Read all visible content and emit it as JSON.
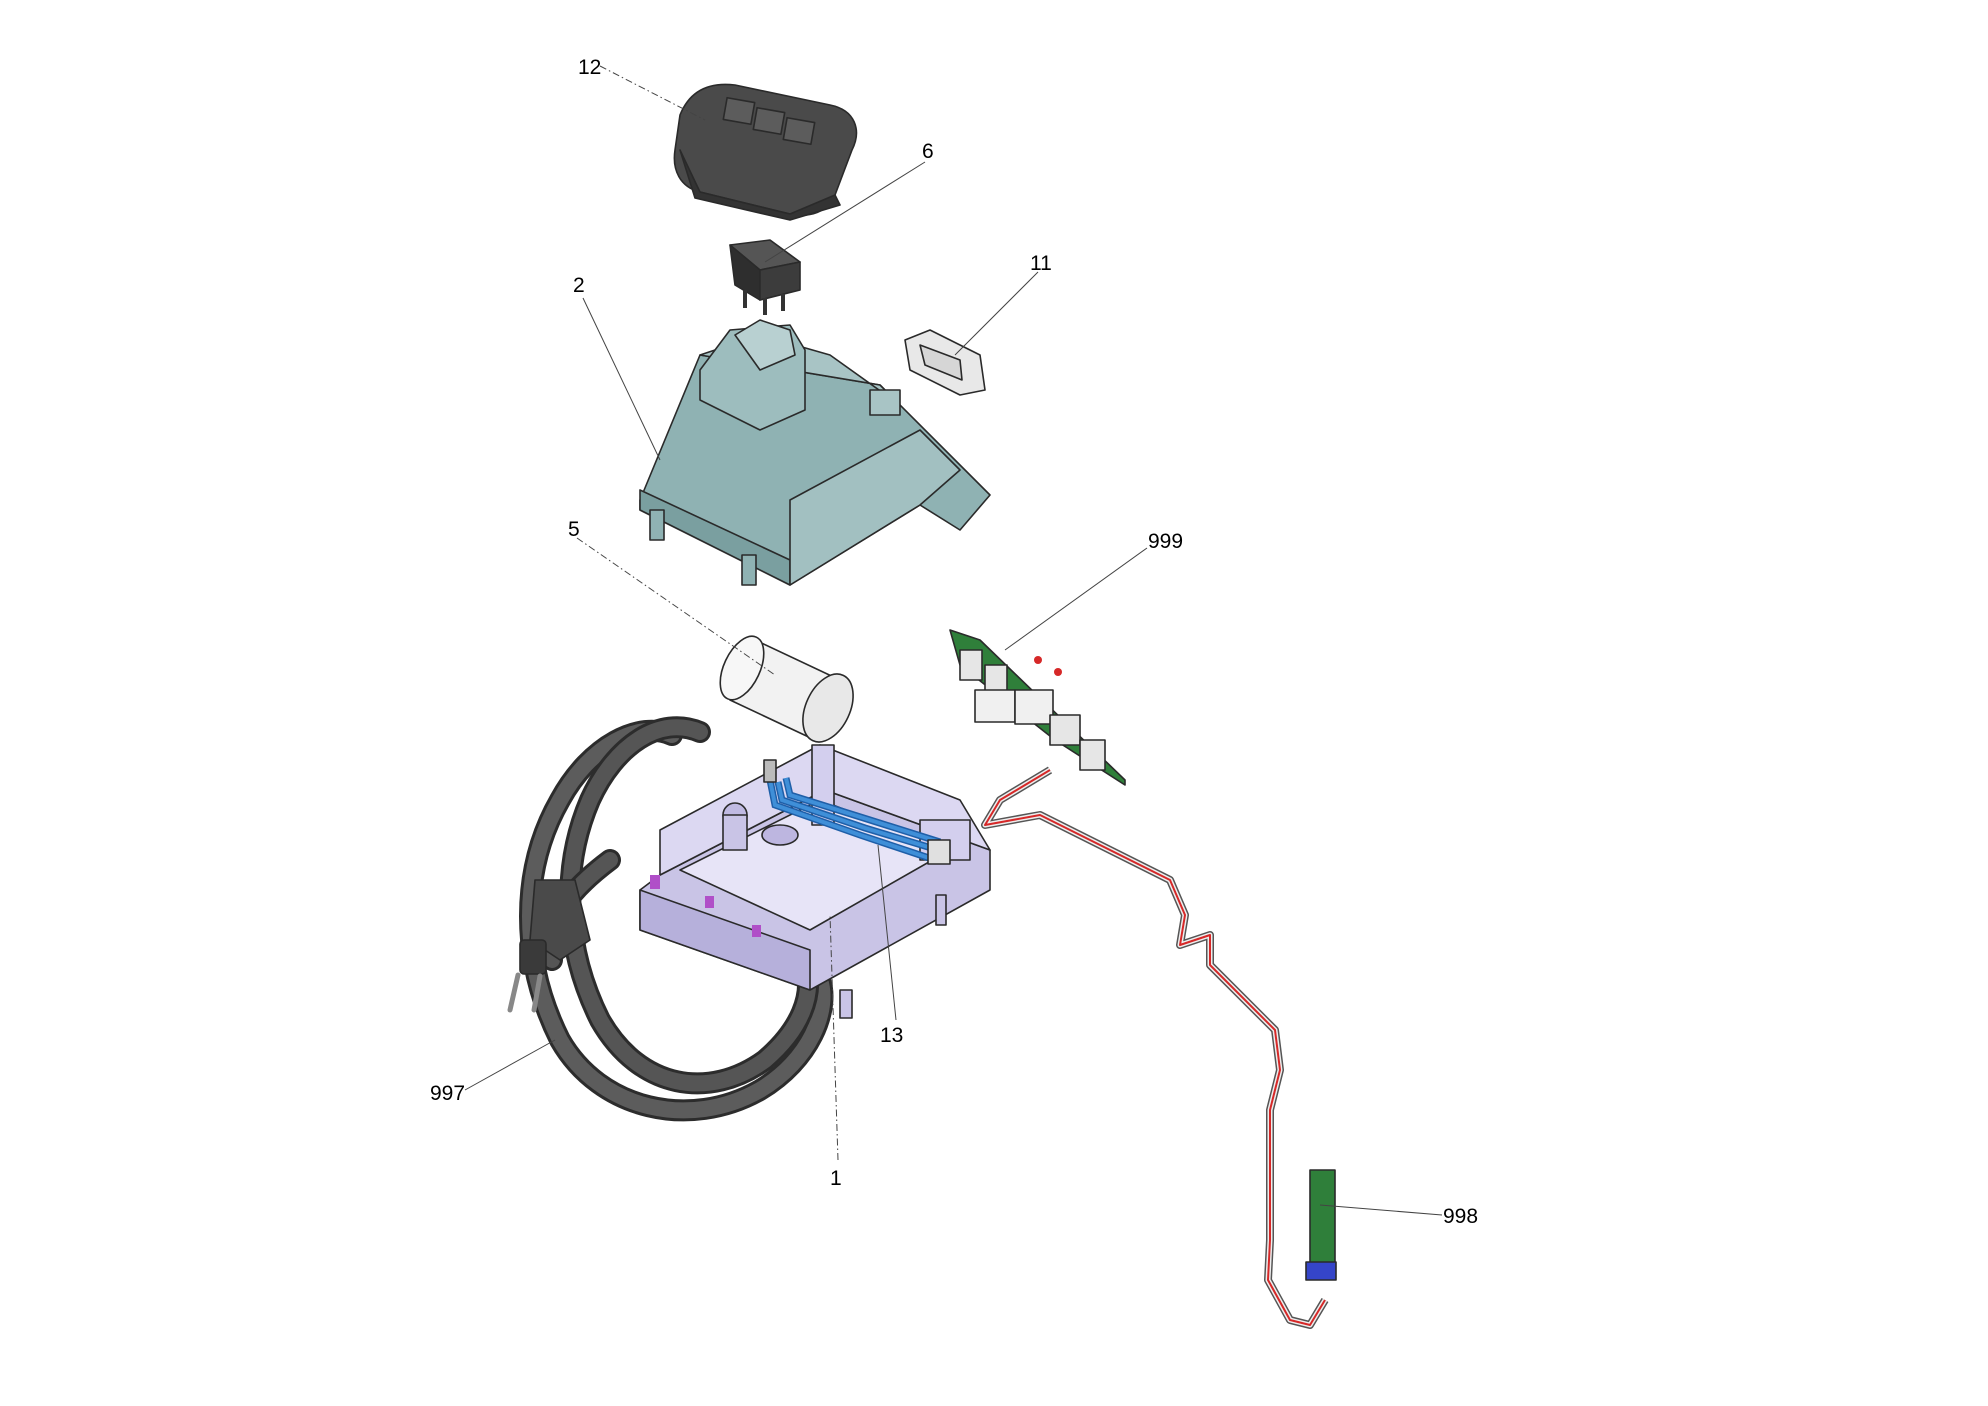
{
  "labels": {
    "l12": "12",
    "l6": "6",
    "l11": "11",
    "l2": "2",
    "l5": "5",
    "l999": "999",
    "l13": "13",
    "l997": "997",
    "l1": "1",
    "l998": "998"
  },
  "colors": {
    "housing_cover": "#8fb2b3",
    "base_tray": "#c9c4e6",
    "cover_cap": "#4a4a4a",
    "cable": "#4f4f4f",
    "pcb": "#2f7f3a",
    "wire_blue": "#3f8fd8",
    "wire_red": "#d62828",
    "clip_purple": "#b04fc8",
    "connector_blue": "#3545c9"
  },
  "parts": [
    {
      "id": "12",
      "icon": "control-cap"
    },
    {
      "id": "6",
      "icon": "rocker-switch"
    },
    {
      "id": "11",
      "icon": "strain-relief"
    },
    {
      "id": "2",
      "icon": "housing-cover"
    },
    {
      "id": "5",
      "icon": "capacitor"
    },
    {
      "id": "999",
      "icon": "circuit-board"
    },
    {
      "id": "13",
      "icon": "wire-harness"
    },
    {
      "id": "997",
      "icon": "power-cable"
    },
    {
      "id": "1",
      "icon": "base-tray"
    },
    {
      "id": "998",
      "icon": "sensor-board"
    }
  ]
}
